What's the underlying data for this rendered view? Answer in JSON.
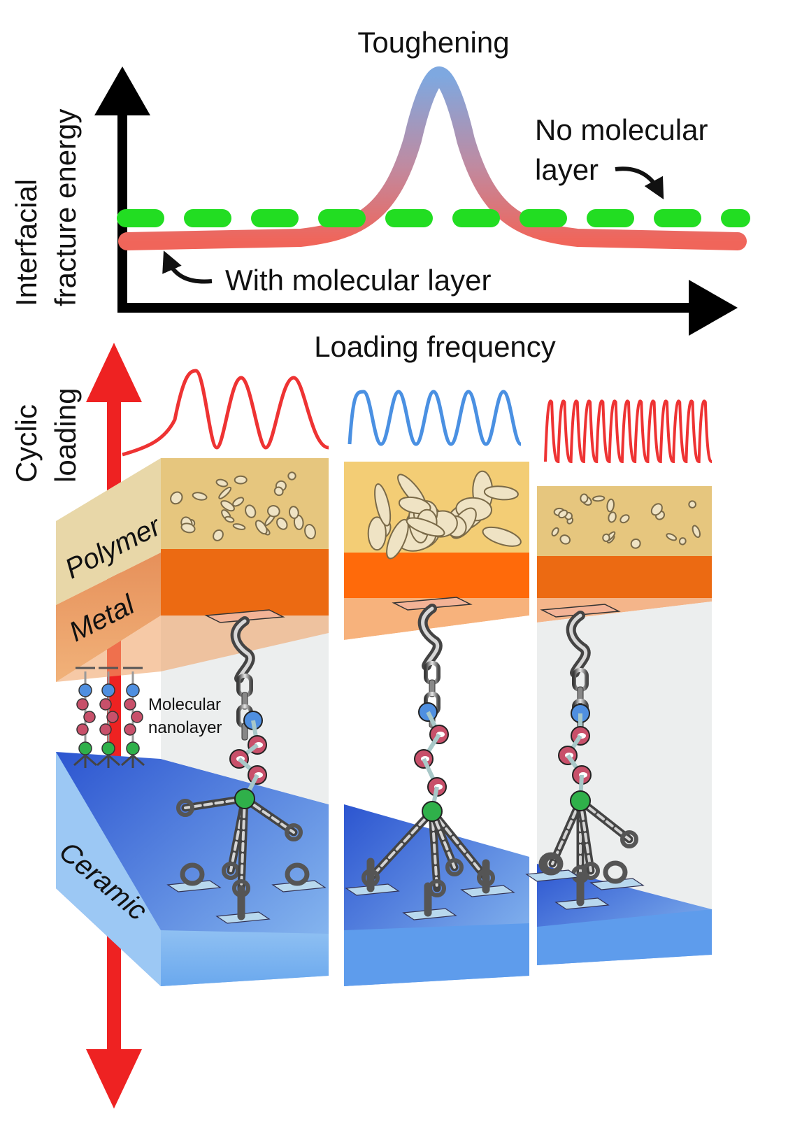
{
  "graph": {
    "y_label_line1": "Interfacial",
    "y_label_line2": "fracture energy",
    "x_label": "Loading frequency",
    "peak_label": "Toughening",
    "no_layer_label_line1": "No molecular",
    "no_layer_label_line2": "layer",
    "with_layer_label": "With molecular layer"
  },
  "lower": {
    "cyclic_line1": "Cyclic",
    "cyclic_line2": "loading",
    "polymer_label": "Polymer",
    "metal_label": "Metal",
    "ceramic_label": "Ceramic",
    "nanolayer_line1": "Molecular",
    "nanolayer_line2": "nanolayer"
  },
  "colors": {
    "no_layer_line": "#22dd22",
    "with_layer_line": "#f0655a",
    "peak_top": "#7ea8e0",
    "arrow_red": "#ee2222",
    "polymer": "#e8c67a",
    "metal": "#ec6a12",
    "ceramic": "#5a9be8",
    "bead_blue": "#4f8fe0",
    "bead_pink": "#c8506a",
    "bead_green": "#2fb04a"
  }
}
